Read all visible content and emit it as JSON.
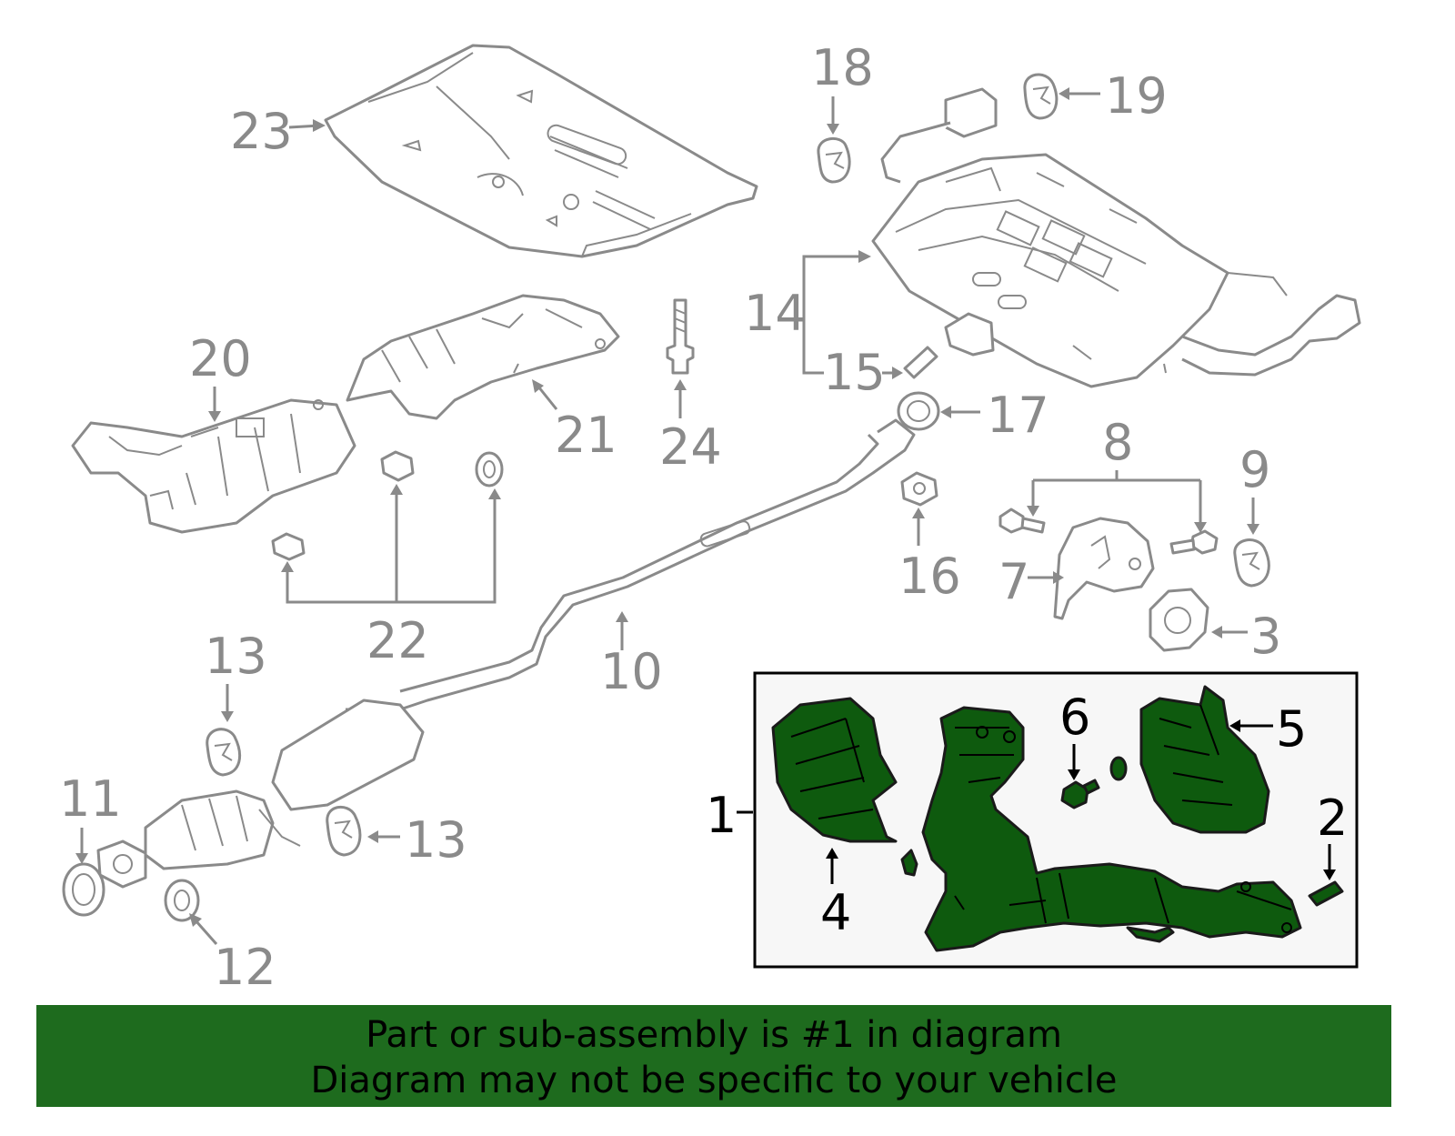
{
  "callouts": {
    "c1": "1",
    "c2": "2",
    "c3": "3",
    "c4": "4",
    "c5": "5",
    "c6": "6",
    "c7": "7",
    "c8": "8",
    "c9": "9",
    "c10": "10",
    "c11": "11",
    "c12": "12",
    "c13a": "13",
    "c13b": "13",
    "c14": "14",
    "c15": "15",
    "c16": "16",
    "c17": "17",
    "c18": "18",
    "c19": "19",
    "c20": "20",
    "c21": "21",
    "c22": "22",
    "c23": "23",
    "c24": "24"
  },
  "banner": {
    "line1": "Part or sub-assembly is #1 in diagram",
    "line2": "Diagram may not be specific to your vehicle"
  },
  "colors": {
    "highlight": "#0e5a0e",
    "banner": "#1e6b1e",
    "line": "#8a8a8a",
    "inset_bg": "#f7f7f7"
  }
}
